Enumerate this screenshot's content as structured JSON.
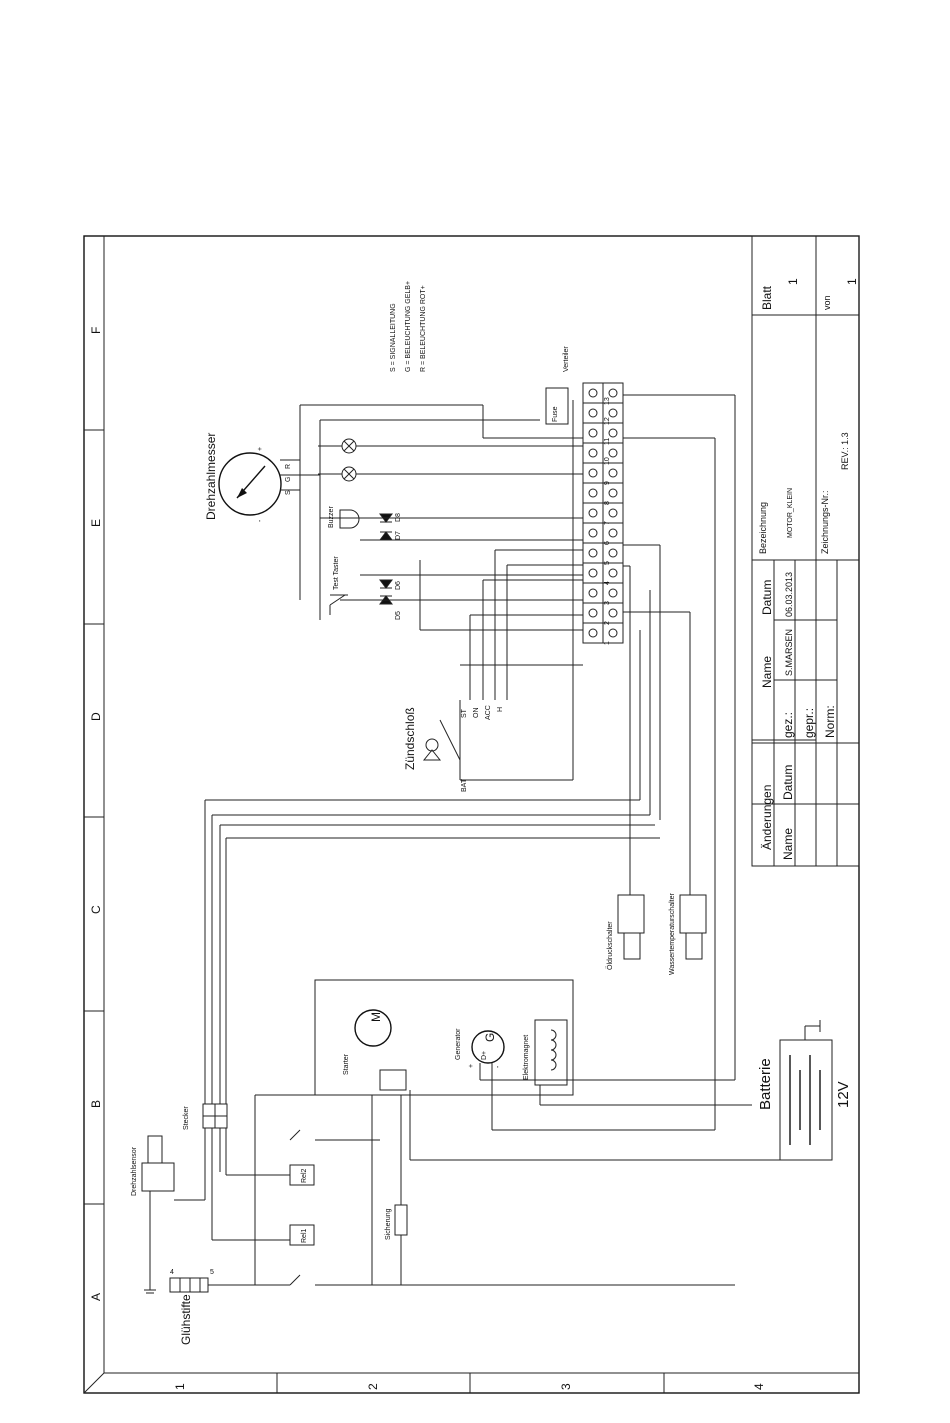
{
  "grid": {
    "columns": [
      "A",
      "B",
      "C",
      "D",
      "E",
      "F"
    ],
    "rows": [
      "1",
      "2",
      "3",
      "4"
    ]
  },
  "components": {
    "drehzahlmesser": "Drehzahlmesser",
    "gauge_plus": "+",
    "gauge_minus": "-",
    "gauge_s": "S",
    "gauge_g": "G",
    "gauge_r": "R",
    "buzzer": "Buzzer",
    "test_taster": "Test Taster",
    "d5": "D5",
    "d6": "D6",
    "d7": "D7",
    "d8": "D8",
    "verteiler": "Verteiler",
    "fuse": "Fuse",
    "zuendschloss": "Zündschloß",
    "sw_st": "ST",
    "sw_on": "ON",
    "sw_acc": "ACC",
    "sw_h": "H",
    "sw_bat": "BAT",
    "oeldruck": "Öldruckschalter",
    "wassertemp": "Wassertemperaturschalter",
    "starter": "Starter",
    "motor_m": "M",
    "generator": "Generator",
    "gen_g": "G",
    "gen_dplus": "D+",
    "gen_plus": "+",
    "gen_minus": "-",
    "elektromagnet": "Elektromagnet",
    "batterie": "Batterie",
    "volt": "12V",
    "stecker": "Stecker",
    "drehzahlsensor": "Drehzahlsensor",
    "rel1": "Rel1",
    "rel2": "Rel2",
    "sicherung": "Sicherung",
    "gluehstifte": "Glühstifte",
    "pin4": "4",
    "pin5": "5"
  },
  "legend": [
    "S = SIGNALLEITUNG",
    "G = BELEUCHTUNG GELB+",
    "R = BELEUCHTUNG ROT+"
  ],
  "terminal_numbers": [
    "1",
    "2",
    "3",
    "4",
    "5",
    "6",
    "7",
    "8",
    "9",
    "10",
    "11",
    "12",
    "13"
  ],
  "title_block": {
    "aenderungen": "Änderungen",
    "col_name": "Name",
    "col_datum": "Datum",
    "gez": "gez.:",
    "gepr": "gepr.:",
    "norm": "Norm:",
    "name_value": "S.MARSEN",
    "datum_value": "06.03.2013",
    "bezeichnung": "Bezeichnung",
    "bezeichnung_value": "MOTOR_KLEIN",
    "zeichnungs_nr": "Zeichnungs-Nr.:",
    "rev": "REV.: 1.3",
    "blatt": "Blatt",
    "blatt_value": "1",
    "von": "von",
    "von_value": "1"
  }
}
